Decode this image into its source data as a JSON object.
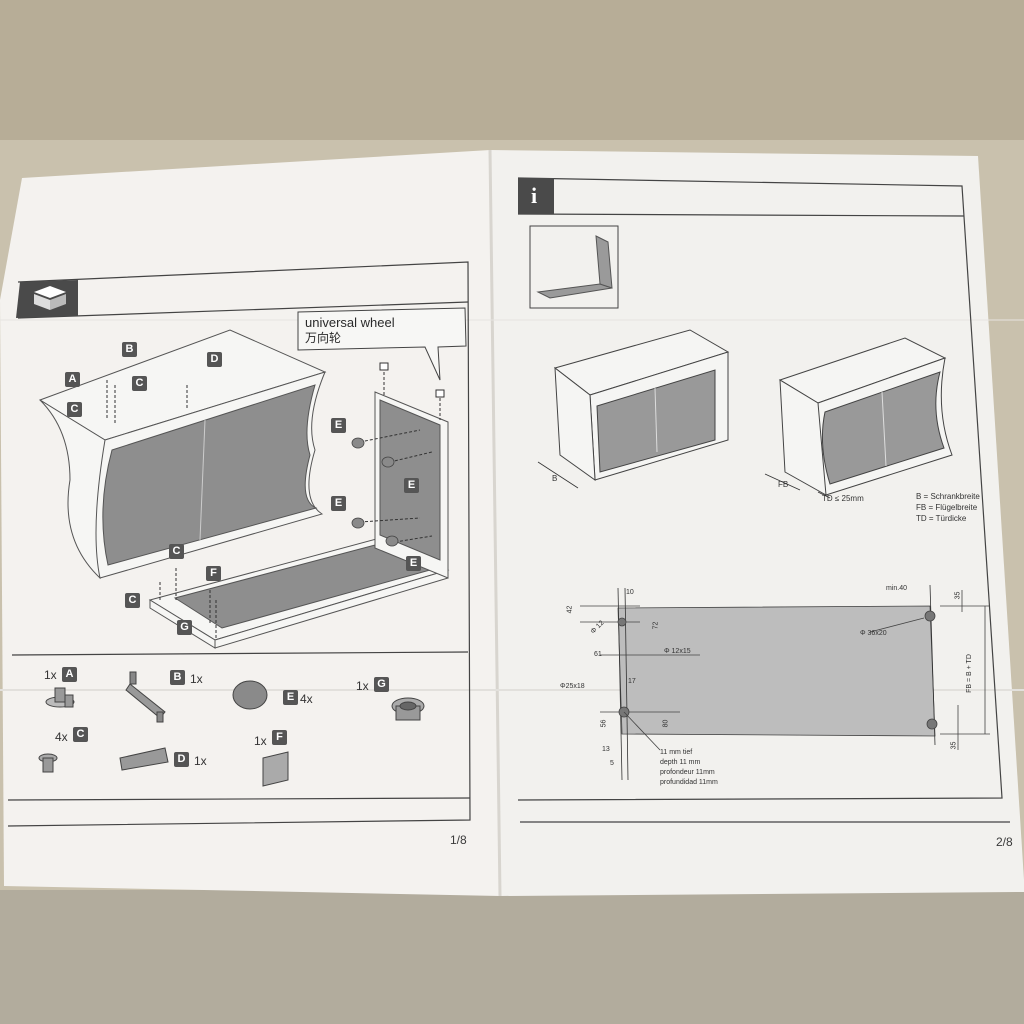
{
  "page_left": {
    "callout_en": "universal wheel",
    "callout_zh": "万向轮",
    "page_number": "1/8",
    "labels": {
      "a": "A",
      "b": "B",
      "c": "C",
      "d": "D",
      "e": "E",
      "f": "F",
      "g": "G"
    },
    "parts": [
      {
        "qty": "1x",
        "letter": "A"
      },
      {
        "qty": "1x",
        "letter": "B"
      },
      {
        "qty": "4x",
        "letter": "E"
      },
      {
        "qty": "1x",
        "letter": "G"
      },
      {
        "qty": "4x",
        "letter": "C"
      },
      {
        "qty": "1x",
        "letter": "D"
      },
      {
        "qty": "1x",
        "letter": "F"
      }
    ]
  },
  "page_right": {
    "info_icon": "i",
    "page_number": "2/8",
    "label_b": "B",
    "label_fb": "FB",
    "label_td": "TD ≤ 25mm",
    "legend": [
      "B = Schrankbreite",
      "FB = Flügelbreite",
      "TD = Türdicke"
    ],
    "dims": {
      "d42": "42",
      "d10": "10",
      "d12": "Φ 12",
      "d72": "72",
      "d12x15": "Φ 12x15",
      "d61": "61",
      "d25x18": "Φ25x18",
      "d17": "17",
      "d56": "56",
      "d80": "80",
      "d13": "13",
      "d5": "5",
      "min40": "min.40",
      "d35a": "35",
      "d36x20": "Φ 36x20",
      "fbtd": "FB = B + TD",
      "d35b": "35"
    },
    "depth_notes": [
      "11 mm tief",
      "depth 11 mm",
      "profondeur 11mm",
      "profundidad 11mm"
    ]
  },
  "icons": [
    "box-open-icon",
    "info-icon"
  ]
}
